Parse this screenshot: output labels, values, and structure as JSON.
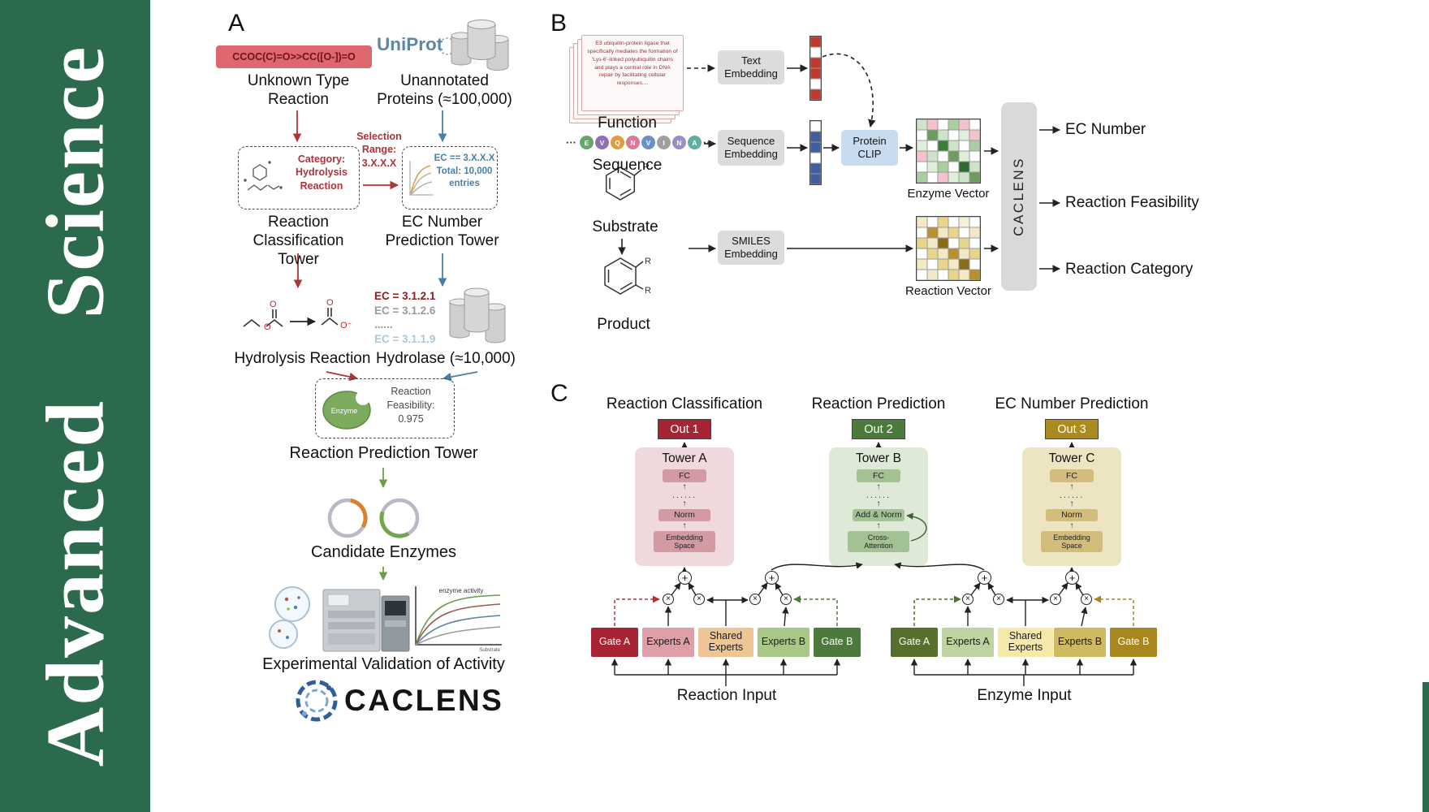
{
  "journal": {
    "name": "Advanced Science",
    "band_color": "#2c6a4d"
  },
  "icons": {
    "up_arrow": "↑",
    "plus": "+",
    "times": "×"
  },
  "panelA": {
    "label": "A",
    "smiles": "CCOC(C)=O>>CC([O-])=O",
    "unknown_reaction": "Unknown Type\nReaction",
    "uniprot": "UniProt",
    "unannotated": "Unannotated\nProteins (≈100,000)",
    "selection_range": "Selection\nRange:\n3.X.X.X",
    "category_box": "Category:\nHydrolysis\nReaction",
    "ec_box": "EC == 3.X.X.X\nTotal: 10,000\nentries",
    "classification_tower": "Reaction\nClassification Tower",
    "ec_tower": "EC Number\nPrediction Tower",
    "ec_list": [
      {
        "text": "EC = 3.1.2.1",
        "color": "#8f1d22"
      },
      {
        "text": "EC = 3.1.2.6",
        "color": "#9a9a9a"
      },
      {
        "text": "......",
        "color": "#9a9a9a"
      },
      {
        "text": "EC = 3.1.1.9",
        "color": "#a8c8de"
      }
    ],
    "hydrolysis_reaction": "Hydrolysis Reaction",
    "hydrolase": "Hydrolase (≈10,000)",
    "enzyme_icon": "Enzyme",
    "feasibility": "Reaction\nFeasibility:\n0.975",
    "prediction_tower": "Reaction Prediction Tower",
    "candidate_enzymes": "Candidate Enzymes",
    "chart": {
      "title": "enzyme activity",
      "xlabel": "Substrate"
    },
    "validation": "Experimental Validation of Activity",
    "logo": "CACLENS"
  },
  "panelB": {
    "label": "B",
    "function_card": "E3 ubiquitin-protein ligase that specifically mediates the formation of 'Lys-6'-linked polyubiquitin chains and plays a central role in DNA repair by facilitating cellular responses....",
    "function": "Function",
    "text_embedding": "Text\nEmbedding",
    "ellipsis": "···",
    "sequence_letters": [
      {
        "ch": "E",
        "color": "#6aa56e"
      },
      {
        "ch": "V",
        "color": "#8e6fb8"
      },
      {
        "ch": "Q",
        "color": "#e09a3f"
      },
      {
        "ch": "N",
        "color": "#d97b94"
      },
      {
        "ch": "V",
        "color": "#6b8fc9"
      },
      {
        "ch": "I",
        "color": "#a0a0a0"
      },
      {
        "ch": "N",
        "color": "#9b8ec4"
      },
      {
        "ch": "A",
        "color": "#5fae9e"
      }
    ],
    "sequence": "Sequence",
    "sequence_embedding": "Sequence\nEmbedding",
    "protein_clip": "Protein\nCLIP",
    "text_vector": [
      "#c0392b",
      "#ffffff",
      "#c0392b",
      "#c0392b",
      "#ffffff",
      "#c0392b"
    ],
    "sequence_vector": [
      "#ffffff",
      "#3f5f9e",
      "#3f5f9e",
      "#ffffff",
      "#3f5f9e",
      "#3f5f9e"
    ],
    "enzyme_vector_grid": [
      [
        "#cfe3c8",
        "#f4c2cc",
        "#ffffff",
        "#a9cfa0",
        "#f4c2cc",
        "#ffffff"
      ],
      [
        "#ffffff",
        "#6b9e5e",
        "#cfe3c8",
        "#ffffff",
        "#dff0da",
        "#f4c2cc"
      ],
      [
        "#dff0da",
        "#ffffff",
        "#3e7d3a",
        "#cfe3c8",
        "#ffffff",
        "#a9cfa0"
      ],
      [
        "#f4c2cc",
        "#cfe3c8",
        "#ffffff",
        "#6b9e5e",
        "#dff0da",
        "#ffffff"
      ],
      [
        "#ffffff",
        "#dff0da",
        "#a9cfa0",
        "#ffffff",
        "#2f6b2f",
        "#cfe3c8"
      ],
      [
        "#a9cfa0",
        "#ffffff",
        "#f4c2cc",
        "#dff0da",
        "#cfe3c8",
        "#6b9e5e"
      ]
    ],
    "enzyme_vector": "Enzyme Vector",
    "substrate": "Substrate",
    "product": "Product",
    "r_label": "R",
    "smiles_embedding": "SMILES\nEmbedding",
    "reaction_vector_grid": [
      [
        "#f3e9c6",
        "#ffffff",
        "#e8d58a",
        "#ffffff",
        "#f7f0d8",
        "#ffffff"
      ],
      [
        "#ffffff",
        "#b8912d",
        "#f3e9c6",
        "#e8d58a",
        "#ffffff",
        "#f3e9c6"
      ],
      [
        "#e8d58a",
        "#f3e9c6",
        "#8a6d1a",
        "#ffffff",
        "#e8d58a",
        "#ffffff"
      ],
      [
        "#ffffff",
        "#e8d58a",
        "#f3e9c6",
        "#b8912d",
        "#f3e9c6",
        "#e8d58a"
      ],
      [
        "#f3e9c6",
        "#ffffff",
        "#e8d58a",
        "#f3e9c6",
        "#8a6d1a",
        "#ffffff"
      ],
      [
        "#ffffff",
        "#f3e9c6",
        "#ffffff",
        "#e8d58a",
        "#f3e9c6",
        "#b8912d"
      ]
    ],
    "reaction_vector": "Reaction Vector",
    "caclens": "CACLENS",
    "outputs": [
      "EC Number",
      "Reaction Feasibility",
      "Reaction Category"
    ]
  },
  "panelC": {
    "label": "C",
    "titles": [
      "Reaction Classification",
      "Reaction Prediction",
      "EC Number Prediction"
    ],
    "outs": [
      {
        "label": "Out 1",
        "color": "#a62433"
      },
      {
        "label": "Out 2",
        "color": "#4c7a3d"
      },
      {
        "label": "Out 3",
        "color": "#ab8a1e"
      }
    ],
    "towers": [
      {
        "title": "Tower A",
        "fc": "FC",
        "dots": "......",
        "norm": "Norm",
        "base": "Embedding\nSpace",
        "bg": "#f0d9dc",
        "boxbg": "#d49aa3"
      },
      {
        "title": "Tower B",
        "fc": "FC",
        "dots": "......",
        "norm": "Add & Norm",
        "base": "Cross-\nAttention",
        "bg": "#dfe9d8",
        "boxbg": "#a3c293"
      },
      {
        "title": "Tower C",
        "fc": "FC",
        "dots": "......",
        "norm": "Norm",
        "base": "Embedding\nSpace",
        "bg": "#ede4c2",
        "boxbg": "#d2bd7a"
      }
    ],
    "reaction_gates": [
      {
        "label": "Gate A",
        "bg": "#a62433",
        "fg": "#ffffff"
      },
      {
        "label": "Experts A",
        "bg": "#dda0a8",
        "fg": "#1a1a1a"
      },
      {
        "label": "Shared\nExperts",
        "bg": "#eec695",
        "fg": "#1a1a1a"
      },
      {
        "label": "Experts B",
        "bg": "#a9c789",
        "fg": "#1a1a1a"
      },
      {
        "label": "Gate B",
        "bg": "#4c7a3d",
        "fg": "#ffffff"
      }
    ],
    "enzyme_gates": [
      {
        "label": "Gate A",
        "bg": "#55702c",
        "fg": "#ffffff"
      },
      {
        "label": "Experts A",
        "bg": "#bdd3a0",
        "fg": "#1a1a1a"
      },
      {
        "label": "Shared\nExperts",
        "bg": "#f5e8a9",
        "fg": "#1a1a1a"
      },
      {
        "label": "Experts B",
        "bg": "#cfba63",
        "fg": "#1a1a1a"
      },
      {
        "label": "Gate B",
        "bg": "#a8871e",
        "fg": "#ffffff"
      }
    ],
    "reaction_input": "Reaction Input",
    "enzyme_input": "Enzyme Input"
  }
}
